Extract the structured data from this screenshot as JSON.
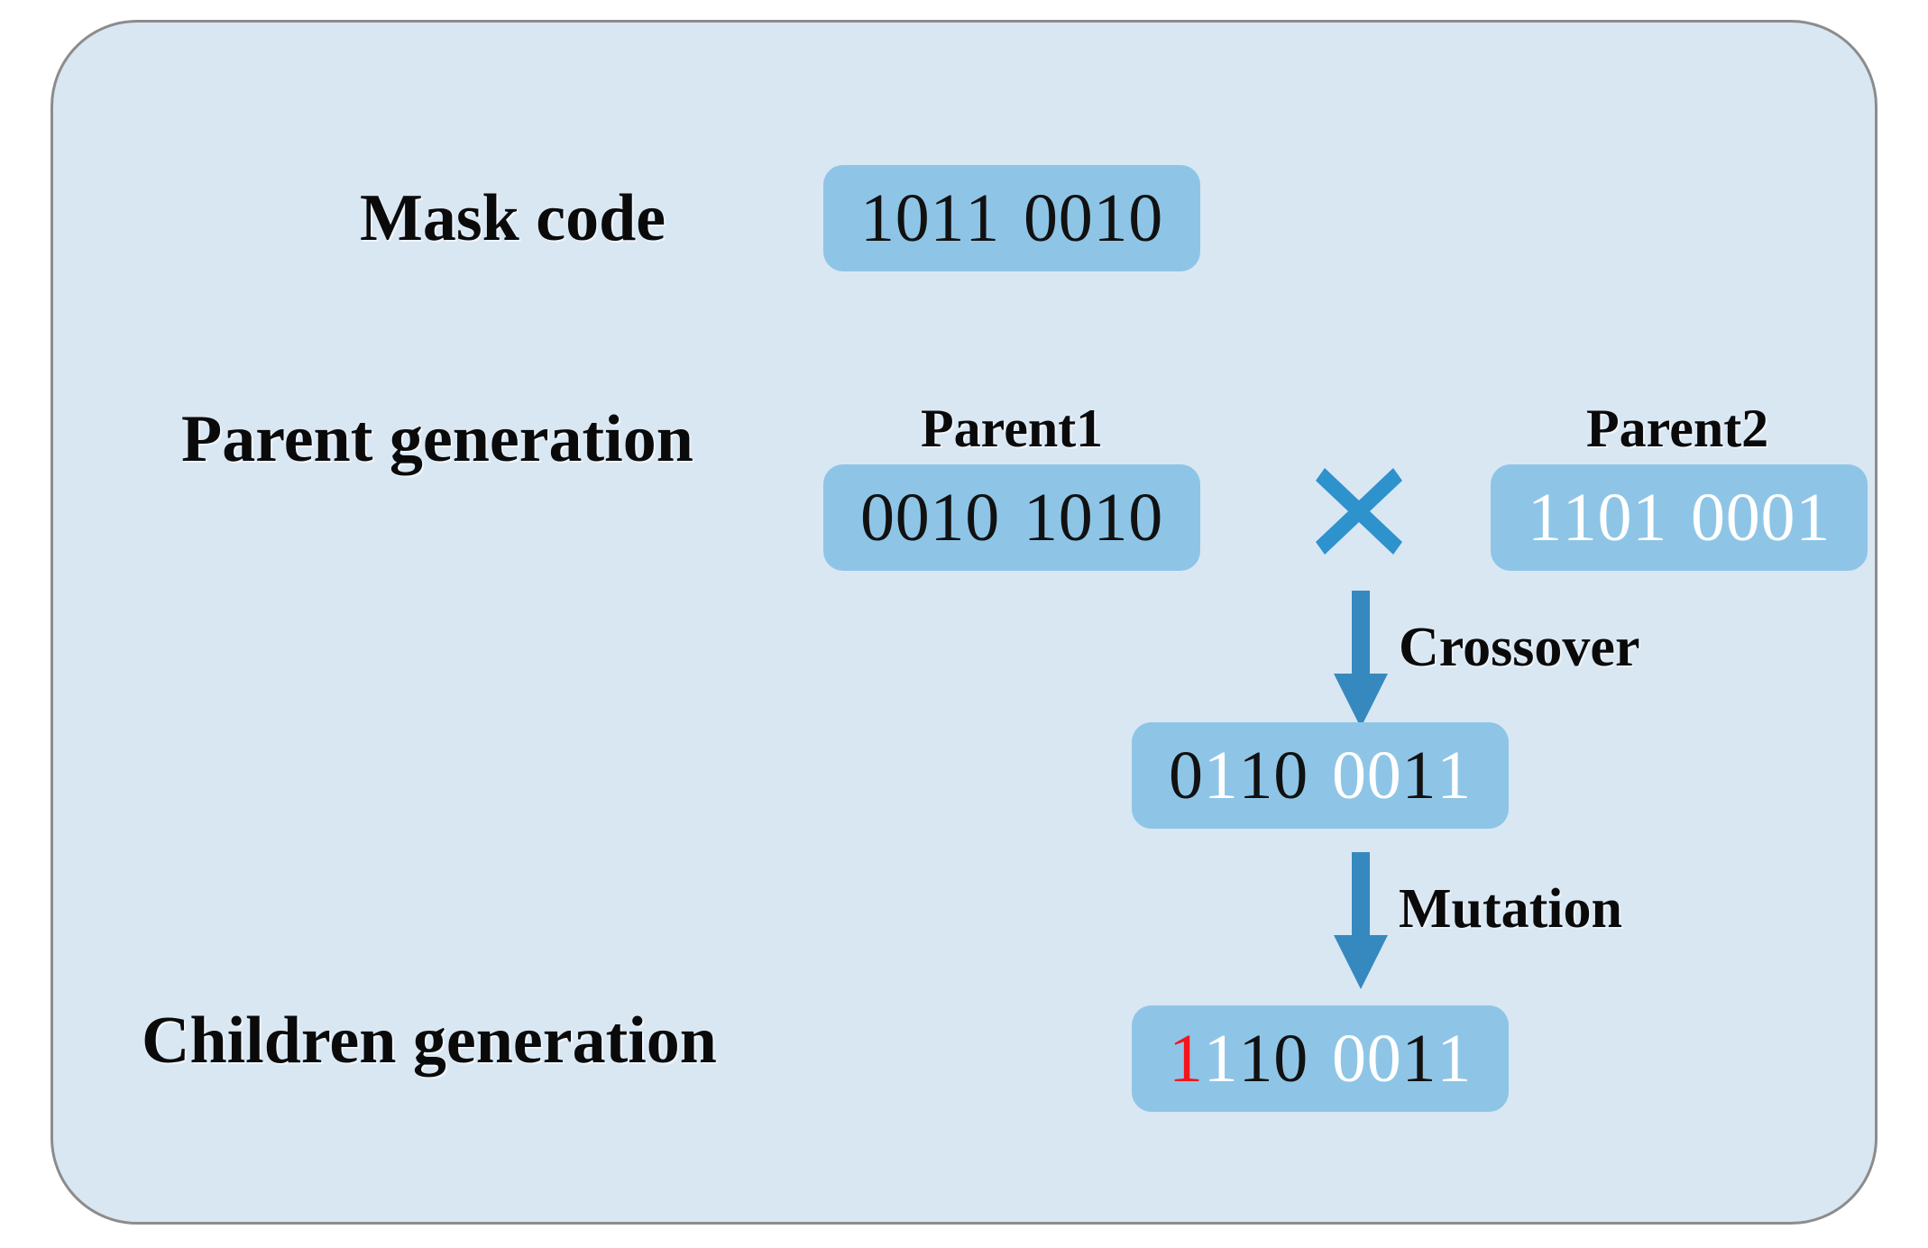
{
  "panel": {
    "background_color": "#d9e7f3",
    "border_color": "#8c8c8c"
  },
  "colors": {
    "chip_fill": "#8ec5e6",
    "accent_blue": "#2e92cd",
    "arrow_blue": "#3689be",
    "bit_black": "#111111",
    "bit_white": "#ffffff",
    "bit_red": "#f5141a"
  },
  "mask": {
    "label": "Mask code",
    "value": "1011 0010",
    "bits": [
      {
        "d": "1",
        "color": "black"
      },
      {
        "d": "0",
        "color": "black"
      },
      {
        "d": "1",
        "color": "black"
      },
      {
        "d": "1",
        "color": "black"
      },
      {
        "d": " ",
        "color": "black"
      },
      {
        "d": "0",
        "color": "black"
      },
      {
        "d": "0",
        "color": "black"
      },
      {
        "d": "1",
        "color": "black"
      },
      {
        "d": "0",
        "color": "black"
      }
    ]
  },
  "parent_generation": {
    "label": "Parent generation",
    "parent1": {
      "label": "Parent1",
      "value": "0010 1010",
      "bits": [
        {
          "d": "0",
          "color": "black"
        },
        {
          "d": "0",
          "color": "black"
        },
        {
          "d": "1",
          "color": "black"
        },
        {
          "d": "0",
          "color": "black"
        },
        {
          "d": " ",
          "color": "black"
        },
        {
          "d": "1",
          "color": "black"
        },
        {
          "d": "0",
          "color": "black"
        },
        {
          "d": "1",
          "color": "black"
        },
        {
          "d": "0",
          "color": "black"
        }
      ]
    },
    "parent2": {
      "label": "Parent2",
      "value": "1101 0001",
      "bits": [
        {
          "d": "1",
          "color": "white"
        },
        {
          "d": "1",
          "color": "white"
        },
        {
          "d": "0",
          "color": "white"
        },
        {
          "d": "1",
          "color": "white"
        },
        {
          "d": " ",
          "color": "white"
        },
        {
          "d": "0",
          "color": "white"
        },
        {
          "d": "0",
          "color": "white"
        },
        {
          "d": "0",
          "color": "white"
        },
        {
          "d": "1",
          "color": "white"
        }
      ]
    },
    "operator_symbol": "X"
  },
  "crossover": {
    "label": "Crossover",
    "result": {
      "value": "0110 0011",
      "bits": [
        {
          "d": "0",
          "color": "black"
        },
        {
          "d": "1",
          "color": "white"
        },
        {
          "d": "1",
          "color": "black"
        },
        {
          "d": "0",
          "color": "black"
        },
        {
          "d": " ",
          "color": "white"
        },
        {
          "d": "0",
          "color": "white"
        },
        {
          "d": "0",
          "color": "white"
        },
        {
          "d": "1",
          "color": "black"
        },
        {
          "d": "1",
          "color": "white"
        }
      ]
    }
  },
  "mutation": {
    "label": "Mutation"
  },
  "children_generation": {
    "label": "Children generation",
    "result": {
      "value": "1110 0011",
      "bits": [
        {
          "d": "1",
          "color": "red"
        },
        {
          "d": "1",
          "color": "white"
        },
        {
          "d": "1",
          "color": "black"
        },
        {
          "d": "0",
          "color": "black"
        },
        {
          "d": " ",
          "color": "white"
        },
        {
          "d": "0",
          "color": "white"
        },
        {
          "d": "0",
          "color": "white"
        },
        {
          "d": "1",
          "color": "black"
        },
        {
          "d": "1",
          "color": "white"
        }
      ]
    }
  }
}
